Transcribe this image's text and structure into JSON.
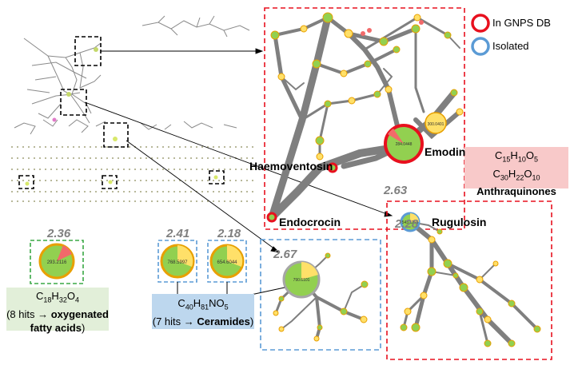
{
  "legend": {
    "in_gnps": "In GNPS DB",
    "isolated": "Isolated"
  },
  "colors": {
    "gnps_ring": "#e8101e",
    "isolated_ring": "#5b9bd5",
    "green_node": "#92d050",
    "yellow_node": "#ffe069",
    "red_slice": "#f26a6a",
    "edge": "#7f7f7f",
    "pink_box": "#f8c9c9",
    "blue_box": "#bdd7ee",
    "green_box": "#e2efd9"
  },
  "compounds": {
    "emodin": "Emodin",
    "haemoventosin": "Haemoventosin",
    "endocrocin": "Endocrocin",
    "rugulosin": "Rugulosin"
  },
  "scores": {
    "top_cluster": "2.63",
    "rugulosin_cluster": "2.28",
    "fatty_acid": "2.36",
    "ceramide_a": "2.41",
    "ceramide_b": "2.18",
    "ceramide_cluster": "2.67"
  },
  "node_labels": {
    "emodin": "284.0448",
    "yellow_near_emodin": "300.0401",
    "fatty_acid": "293.2116",
    "ceramide_a": "768.5997",
    "ceramide_b": "654.6044",
    "ceramide_cluster": "790.6101",
    "rugulosin": "543.1150"
  },
  "formula_boxes": {
    "anthraquinones": {
      "line1_base": "C",
      "line1": [
        [
          "C",
          "15"
        ],
        [
          "H",
          "10"
        ],
        [
          "O",
          "5"
        ]
      ],
      "line2": [
        [
          "C",
          "30"
        ],
        [
          "H",
          "22"
        ],
        [
          "O",
          "10"
        ]
      ],
      "line3": "Anthraquinones"
    },
    "ceramides": {
      "formula": [
        [
          "C",
          "40"
        ],
        [
          "H",
          "81"
        ],
        [
          "N",
          ""
        ],
        [
          "O",
          "5"
        ]
      ],
      "note_prefix": "(7 hits → ",
      "note_bold": "Ceramides",
      "note_suffix": ")"
    },
    "fatty_acids": {
      "formula": [
        [
          "C",
          "18"
        ],
        [
          "H",
          "32"
        ],
        [
          "O",
          "4"
        ]
      ],
      "line2_prefix": "(8 hits → ",
      "line2_bold": "oxygenated",
      "line3_bold": "fatty acids",
      "line3_suffix": ")"
    }
  }
}
